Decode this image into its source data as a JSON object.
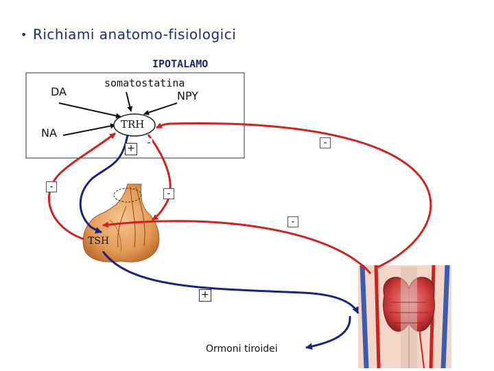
{
  "slide": {
    "bullet": "•",
    "title": "Richiami anatomo-fisiologici"
  },
  "diagram": {
    "hypothalamus_label": "IPOTALAMO",
    "inputs": {
      "da": "DA",
      "na": "NA",
      "somatostatina": "somatostatina",
      "npy": "NPY"
    },
    "trh": "TRH",
    "tsh": "TSH",
    "ormoni": "Ormoni tiroidei",
    "signs": {
      "trh_plus": "+",
      "trh_minus": "-",
      "hypo_feedback_minus": "-",
      "pituitary_left_minus": "-",
      "pituitary_right_minus": "-",
      "thyroid_to_pit_minus": "-",
      "tsh_plus": "+"
    }
  },
  "colors": {
    "title_blue": "#1f2a7a",
    "inhibit_red": "#d42020",
    "stimulate_blue": "#1a237e",
    "pituitary": "#e8a060",
    "thyroid": "#c83232"
  }
}
